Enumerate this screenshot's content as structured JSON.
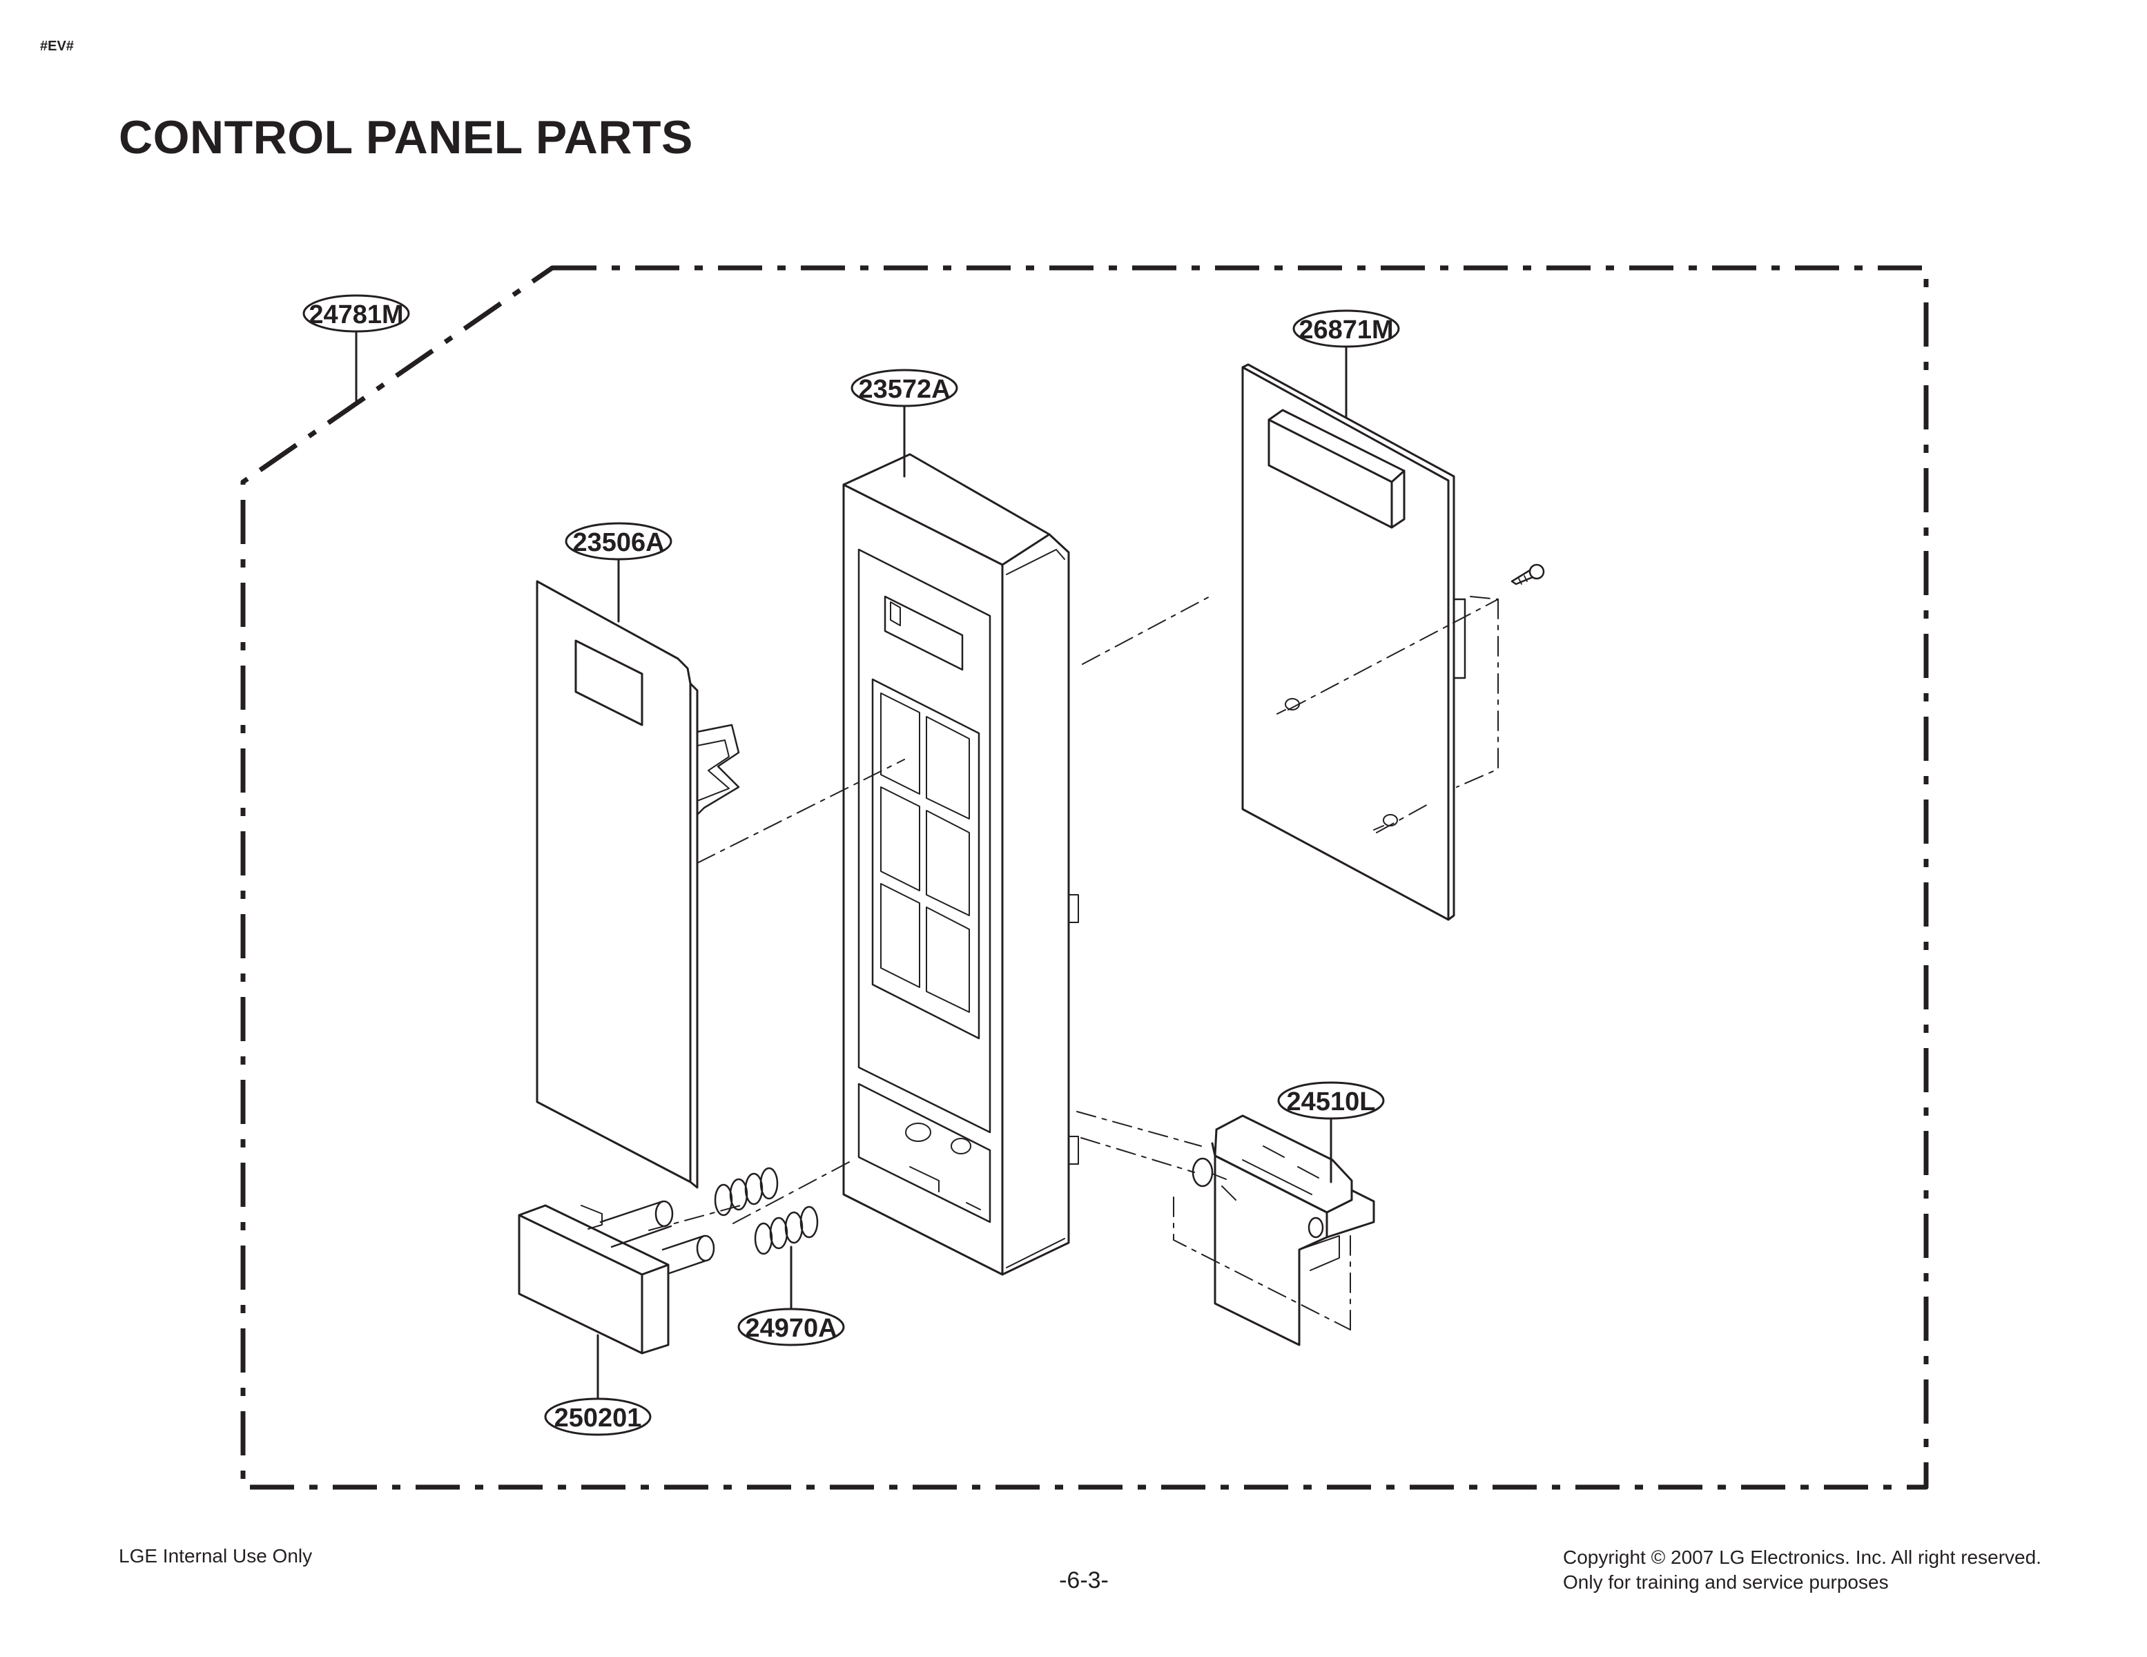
{
  "header": {
    "tag": "#EV#",
    "title": "CONTROL PANEL PARTS"
  },
  "callouts": {
    "c24781M": "24781M",
    "c26871M": "26871M",
    "c23572A": "23572A",
    "c23506A": "23506A",
    "c24510L": "24510L",
    "c24970A": "24970A",
    "c250201": "250201"
  },
  "footer": {
    "left": "LGE Internal Use Only",
    "page": "-6-3-",
    "copyright": "Copyright © 2007 LG Electronics. Inc. All right reserved.",
    "purpose": "Only for training and service purposes"
  }
}
